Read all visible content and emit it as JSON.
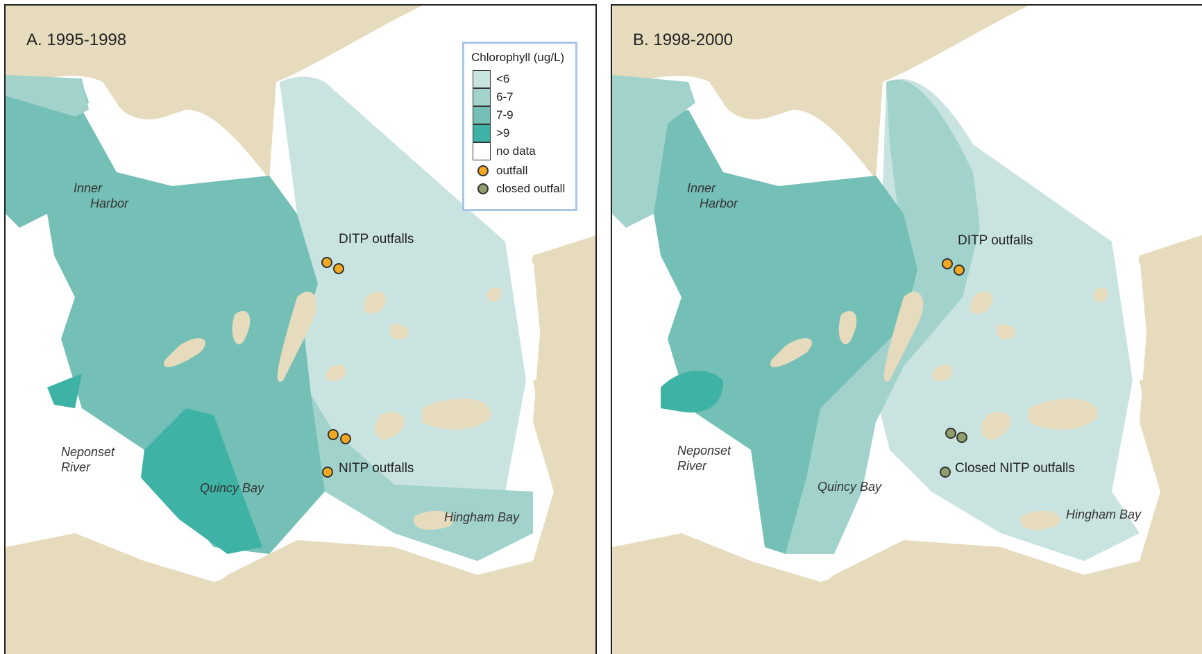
{
  "panels": [
    {
      "title": "A. 1995-1998",
      "labels": {
        "inner_harbor_1": "Inner",
        "inner_harbor_2": "Harbor",
        "neponset_1": "Neponset",
        "neponset_2": "River",
        "quincy_bay": "Quincy Bay",
        "hingham_bay": "Hingham Bay",
        "ditp": "DITP outfalls",
        "nitp": "NITP outfalls"
      }
    },
    {
      "title": "B. 1998-2000",
      "labels": {
        "inner_harbor_1": "Inner",
        "inner_harbor_2": "Harbor",
        "neponset_1": "Neponset",
        "neponset_2": "River",
        "quincy_bay": "Quincy Bay",
        "hingham_bay": "Hingham Bay",
        "ditp": "DITP outfalls",
        "nitp": "Closed NITP outfalls"
      }
    }
  ],
  "legend": {
    "title": "Chlorophyll (ug/L)",
    "classes": [
      {
        "label": "<6",
        "color": "#c9e4e0"
      },
      {
        "label": "6-7",
        "color": "#a2d2cc"
      },
      {
        "label": "7-9",
        "color": "#74bfb6"
      },
      {
        "label": ">9",
        "color": "#3db2a5"
      },
      {
        "label": "no data",
        "color": "#ffffff"
      }
    ],
    "markers": [
      {
        "label": "outfall",
        "color": "#f4a81f"
      },
      {
        "label": "closed outfall",
        "color": "#8f9e6a"
      }
    ]
  },
  "colors": {
    "land": "#e6dbbd",
    "land_edge": "#ece3c9"
  }
}
